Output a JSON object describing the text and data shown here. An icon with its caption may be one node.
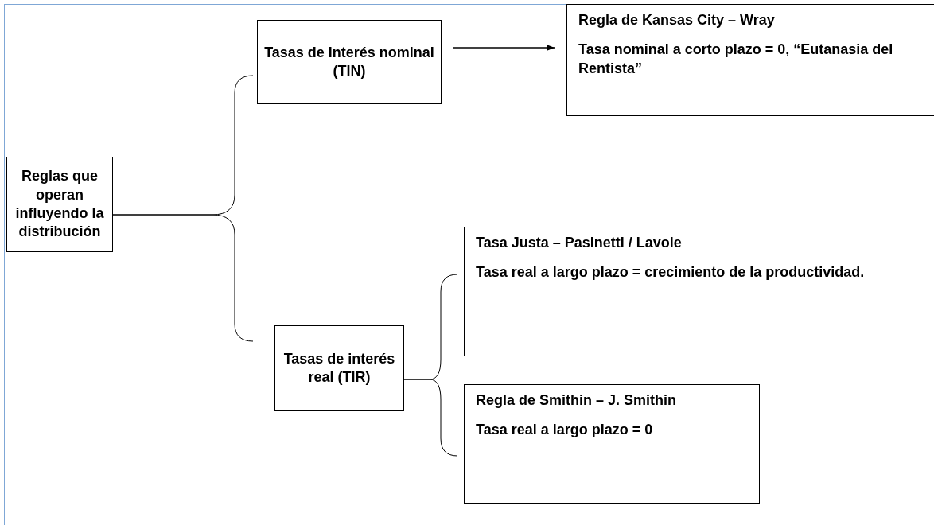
{
  "diagram": {
    "nodes": [
      {
        "text": [
          "Reglas que operan influyendo la distribución"
        ]
      },
      {
        "text": [
          "Tasas de interés nominal (TIN)"
        ]
      },
      {
        "text": [
          "Regla de Kansas City – Wray",
          "Tasa nominal a corto plazo = 0, “Eutanasia del Rentista”"
        ]
      },
      {
        "text": [
          "Tasas de interés real (TIR)"
        ]
      },
      {
        "text": [
          "Tasa Justa – Pasinetti / Lavoie",
          "Tasa real a largo plazo = crecimiento de la productividad."
        ]
      },
      {
        "text": [
          "Regla de Smithin – J. Smithin",
          "Tasa real a largo plazo = 0"
        ]
      }
    ],
    "edges": [
      {
        "from": 0,
        "to": 1,
        "arrow": "none"
      },
      {
        "from": 0,
        "to": 3,
        "arrow": "none"
      },
      {
        "from": 1,
        "to": 2,
        "arrow": "to"
      },
      {
        "from": 3,
        "to": 4,
        "arrow": "none"
      },
      {
        "from": 3,
        "to": 5,
        "arrow": "none"
      }
    ]
  }
}
